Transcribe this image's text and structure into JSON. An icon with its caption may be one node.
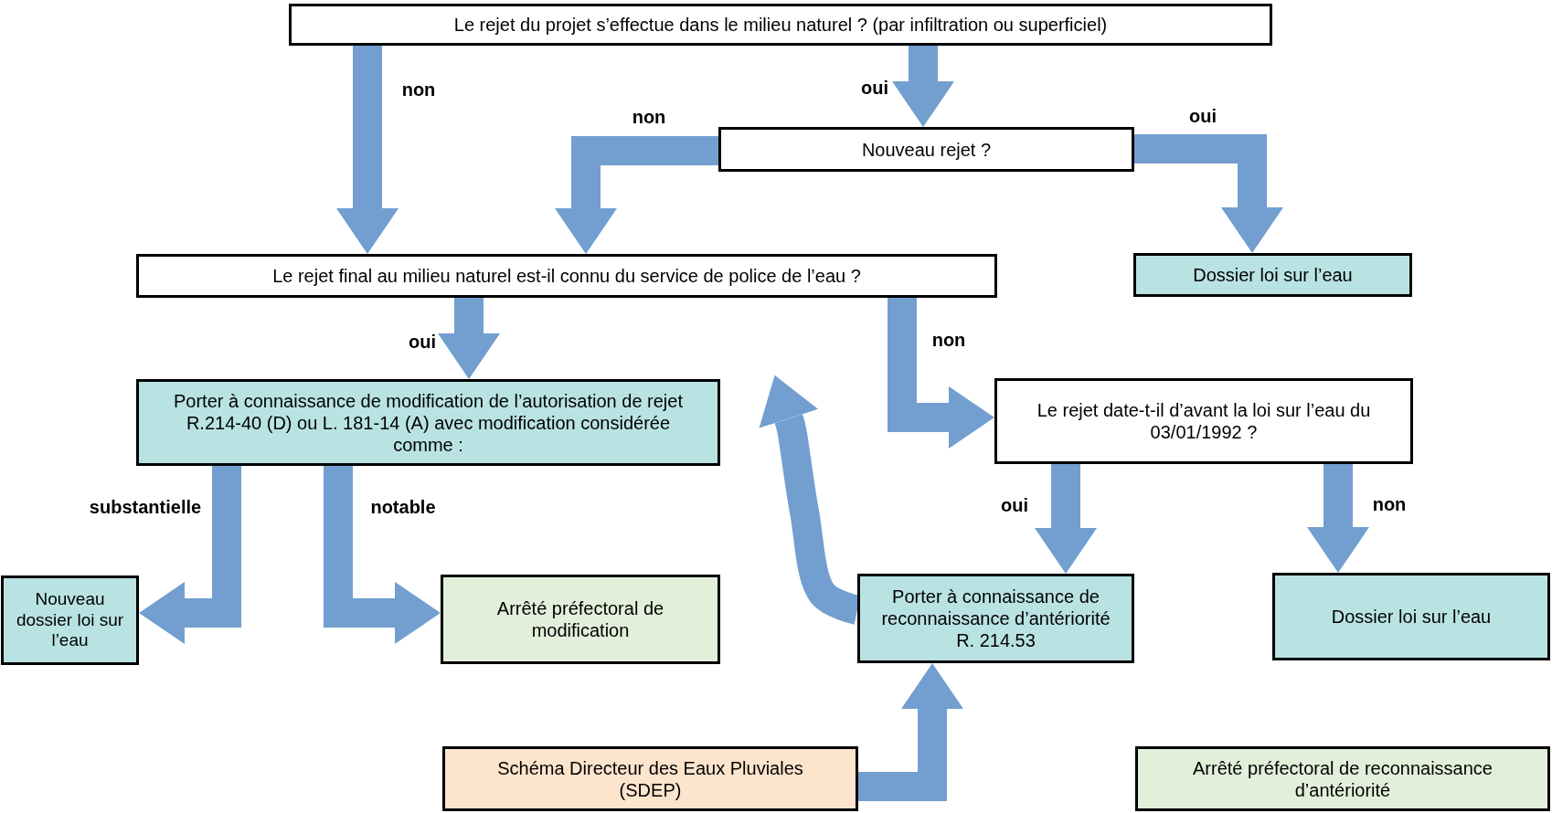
{
  "diagram": {
    "nodes": [
      {
        "text": [
          "Le rejet du projet s’effectue dans le milieu naturel ? (par infiltration ou superficiel)"
        ]
      },
      {
        "text": [
          "Nouveau rejet ?"
        ]
      },
      {
        "text": [
          "Le rejet final au milieu naturel est-il connu du service de police de l’eau ?"
        ]
      },
      {
        "text": [
          "Dossier loi sur l’eau"
        ]
      },
      {
        "text": [
          "Porter à connaissance de modification de l’autorisation de rejet R.214-40 (D) ou L. 181-14 (A) avec modification considérée comme :"
        ]
      },
      {
        "text": [
          "Le rejet date-t-il d’avant la loi sur l’eau du 03/01/1992 ?"
        ]
      },
      {
        "text": [
          "Nouveau dossier loi sur l’eau"
        ]
      },
      {
        "text": [
          "Arrêté préfectoral de modification"
        ]
      },
      {
        "text": [
          "Porter à connaissance de reconnaissance d’antériorité R. 214.53"
        ]
      },
      {
        "text": [
          "Dossier loi sur l’eau"
        ]
      },
      {
        "text": [
          "Schéma Directeur des Eaux Pluviales (SDEP)"
        ]
      },
      {
        "text": [
          "Arrêté préfectoral de reconnaissance d’antériorité"
        ]
      }
    ],
    "edges": [
      {
        "from": 0,
        "to": 2,
        "arrow": "to",
        "label": "non"
      },
      {
        "from": 0,
        "to": 1,
        "arrow": "to",
        "label": "oui"
      },
      {
        "from": 1,
        "to": 2,
        "arrow": "to",
        "label": "non"
      },
      {
        "from": 1,
        "to": 3,
        "arrow": "to",
        "label": "oui"
      },
      {
        "from": 2,
        "to": 4,
        "arrow": "to",
        "label": "oui"
      },
      {
        "from": 2,
        "to": 5,
        "arrow": "to",
        "label": "non"
      },
      {
        "from": 8,
        "to": 4,
        "arrow": "to"
      },
      {
        "from": 5,
        "to": 8,
        "arrow": "to",
        "label": "oui"
      },
      {
        "from": 5,
        "to": 9,
        "arrow": "to",
        "label": "non"
      },
      {
        "from": 4,
        "to": 6,
        "arrow": "to",
        "label": "substantielle"
      },
      {
        "from": 4,
        "to": 7,
        "arrow": "to",
        "label": "notable"
      },
      {
        "from": 10,
        "to": 8,
        "arrow": "to"
      }
    ]
  }
}
